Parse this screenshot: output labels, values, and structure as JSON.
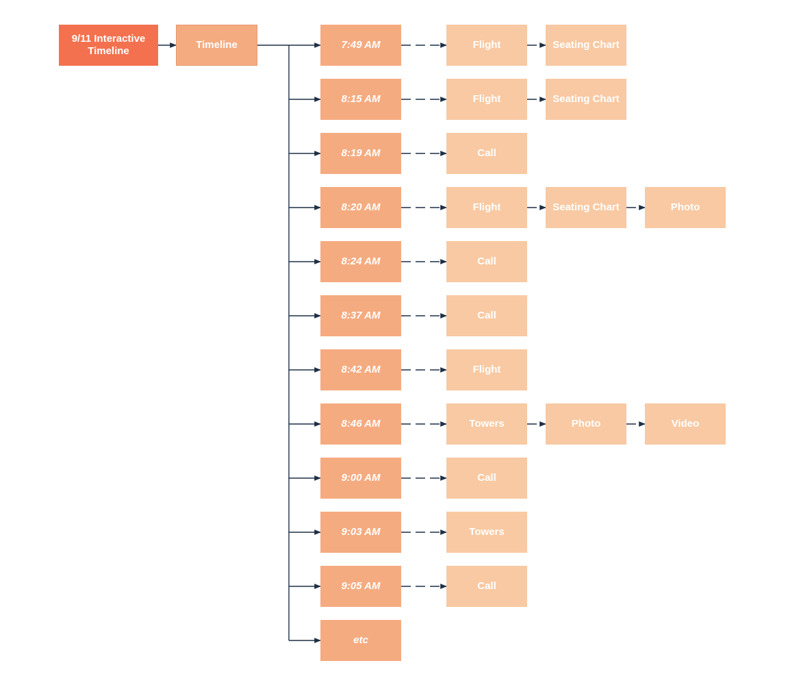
{
  "diagram": {
    "root": "9/11 Interactive\nTimeline",
    "timeline": "Timeline",
    "rows": [
      {
        "time": "7:49 AM",
        "items": [
          "Flight",
          "Seating Chart"
        ]
      },
      {
        "time": "8:15 AM",
        "items": [
          "Flight",
          "Seating Chart"
        ]
      },
      {
        "time": "8:19 AM",
        "items": [
          "Call"
        ]
      },
      {
        "time": "8:20 AM",
        "items": [
          "Flight",
          "Seating Chart",
          "Photo"
        ]
      },
      {
        "time": "8:24 AM",
        "items": [
          "Call"
        ]
      },
      {
        "time": "8:37 AM",
        "items": [
          "Call"
        ]
      },
      {
        "time": "8:42 AM",
        "items": [
          "Flight"
        ]
      },
      {
        "time": "8:46 AM",
        "items": [
          "Towers",
          "Photo",
          "Video"
        ]
      },
      {
        "time": "9:00 AM",
        "items": [
          "Call"
        ]
      },
      {
        "time": "9:03 AM",
        "items": [
          "Towers"
        ]
      },
      {
        "time": "9:05 AM",
        "items": [
          "Call"
        ]
      },
      {
        "time": "etc",
        "items": []
      }
    ]
  },
  "colors": {
    "root": "#f3714f",
    "timeline": "#f5ab80",
    "time": "#f5ab80",
    "leaf": "#f8c9a2",
    "connector": "#1f2f45"
  }
}
